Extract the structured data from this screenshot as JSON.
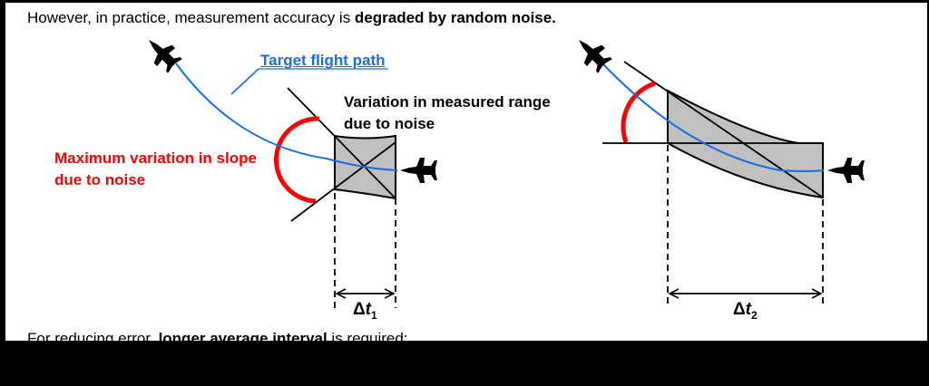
{
  "header": {
    "prefix": "However, in practice, measurement accuracy is ",
    "emphasis": "degraded by random noise."
  },
  "labels": {
    "target_flight_path": "Target flight path",
    "range_variation_line1": "Variation in measured range",
    "range_variation_line2": "due to noise",
    "slope_variation_line1": "Maximum variation in slope",
    "slope_variation_line2": "due to noise"
  },
  "intervals": {
    "short": {
      "symbol": "Δ",
      "var": "t",
      "sub": "1"
    },
    "long": {
      "symbol": "Δ",
      "var": "t",
      "sub": "2"
    }
  },
  "footer": {
    "prefix": "For reducing error, ",
    "emphasis": "longer average interval",
    "suffix": " is required:"
  },
  "colors": {
    "flight_path": "#1a6fe0",
    "slope_arc": "#ff0000",
    "noise_region": "#c0c0c0",
    "ink": "#000000"
  },
  "icons": {
    "aircraft": "fighter-jet-icon"
  }
}
